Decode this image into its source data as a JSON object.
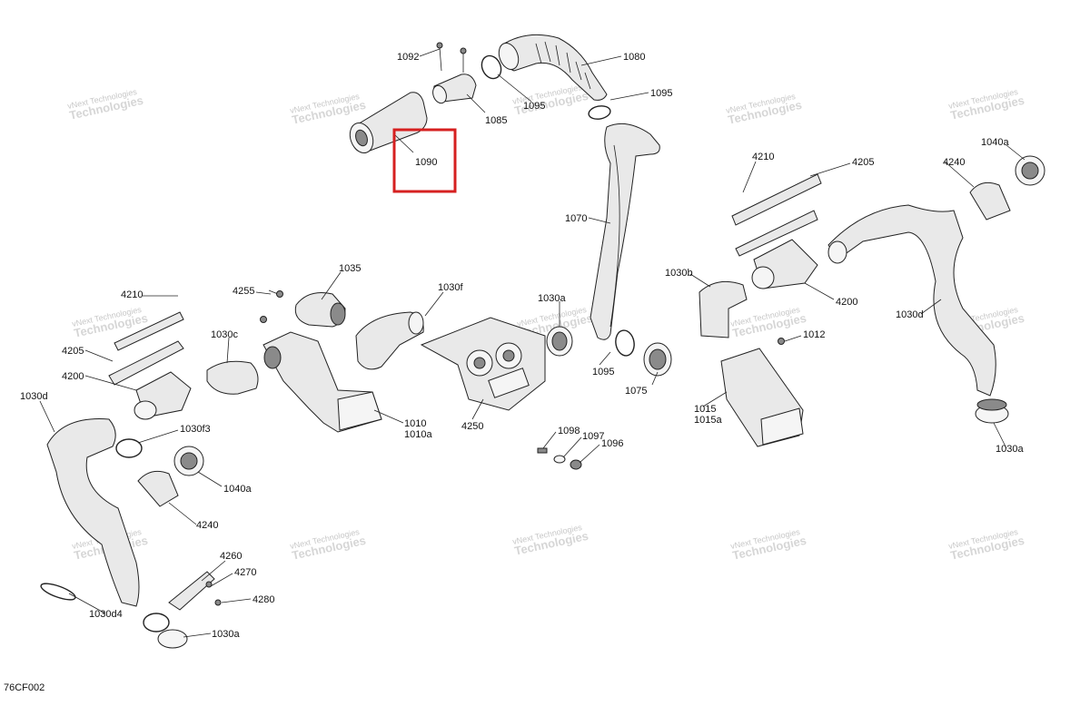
{
  "diagram": {
    "reference_code": "76CF002",
    "watermark": {
      "line1": "vNext Technologies",
      "line2": "Technologies"
    },
    "highlighted_part": "1090",
    "colors": {
      "highlight": "#d62020",
      "line": "#222222",
      "fill": "#e9e9e9"
    },
    "labels": {
      "p1092": "1092",
      "p1080": "1080",
      "p1095a": "1095",
      "p1095b": "1095",
      "p1085": "1085",
      "p1090": "1090",
      "p1070": "1070",
      "p1095c": "1095",
      "p1075": "1075",
      "p1030a_mid": "1030a",
      "p4250": "4250",
      "p1030f": "1030f",
      "p1035": "1035",
      "p4255": "4255",
      "p1030c": "1030c",
      "p1010": "1010",
      "p1010a": "1010a",
      "p4210_l": "4210",
      "p4205_l": "4205",
      "p4200_l": "4200",
      "p1030d_l": "1030d",
      "p1030f3": "1030f3",
      "p1040a_l": "1040a",
      "p4240_l": "4240",
      "p4260": "4260",
      "p4270": "4270",
      "p4280": "4280",
      "p1030d4": "1030d4",
      "p1030a_l": "1030a",
      "p1098": "1098",
      "p1097": "1097",
      "p1096": "1096",
      "p4210_r": "4210",
      "p4205_r": "4205",
      "p1030b": "1030b",
      "p4200_r": "4200",
      "p1012": "1012",
      "p1015": "1015",
      "p1015a": "1015a",
      "p4240_r": "4240",
      "p1040a_r": "1040a",
      "p1030d_r": "1030d",
      "p1030a_r": "1030a"
    }
  }
}
